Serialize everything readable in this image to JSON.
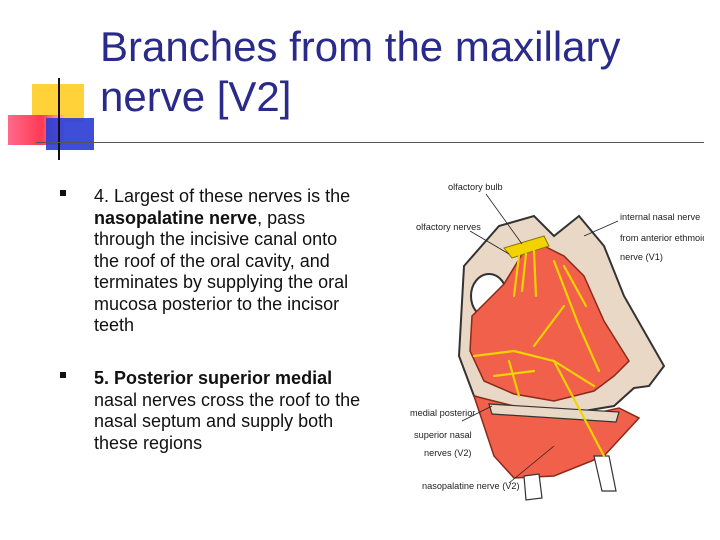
{
  "slide": {
    "title": "Branches from the maxillary nerve [V2]"
  },
  "bullets": [
    {
      "pre": "4. Largest of these nerves is the ",
      "bold": "nasopalatine nerve",
      "post": ", pass through the incisive canal onto the roof of the oral cavity, and terminates by supplying the oral mucosa posterior to the incisor teeth"
    },
    {
      "pre": "",
      "bold": "5. Posterior superior medial",
      "post": " nasal nerves cross the roof to the nasal septum and supply both these regions"
    }
  ],
  "figure": {
    "labels": {
      "olfactory_bulb": "olfactory bulb",
      "olfactory_nerves": "olfactory nerves",
      "internal_nasal_1": "internal nasal nerve",
      "internal_nasal_2": "from anterior ethmoidal",
      "internal_nasal_3": "nerve (V1)",
      "medial_posterior_1": "medial posterior",
      "medial_posterior_2": "superior nasal",
      "medial_posterior_3": "nerves (V2)",
      "nasopalatine": "nasopalatine nerve (V2)"
    },
    "colors": {
      "mucosa": "#f0604a",
      "bone": "#ead8c6",
      "nerve": "#f2d200"
    }
  }
}
